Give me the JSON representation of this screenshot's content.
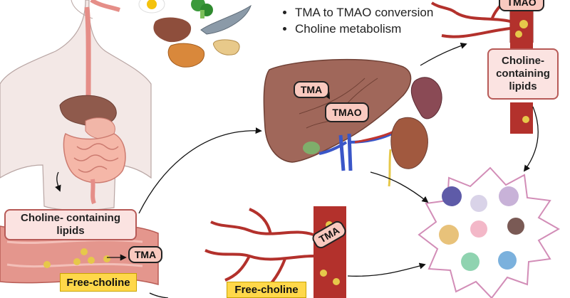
{
  "bullets": [
    "TMA to TMAO conversion",
    "Choline metabolism"
  ],
  "labels": {
    "choline_lipids_gut": "Choline- containing lipids",
    "choline_lipids_vessel": "Choline- containing lipids",
    "tma_gut": "TMA",
    "free_choline_gut": "Free-choline",
    "tma_liver": "TMA",
    "tmao_liver": "TMAO",
    "tmao_vessel": "TMAO",
    "tma_vessel": "TMA",
    "free_choline_vessel": "Free-choline"
  },
  "colors": {
    "liver": "#a0675a",
    "vessel": "#b3312c",
    "box_fill": "#fbe3e1",
    "highlight": "#ffd84a"
  }
}
